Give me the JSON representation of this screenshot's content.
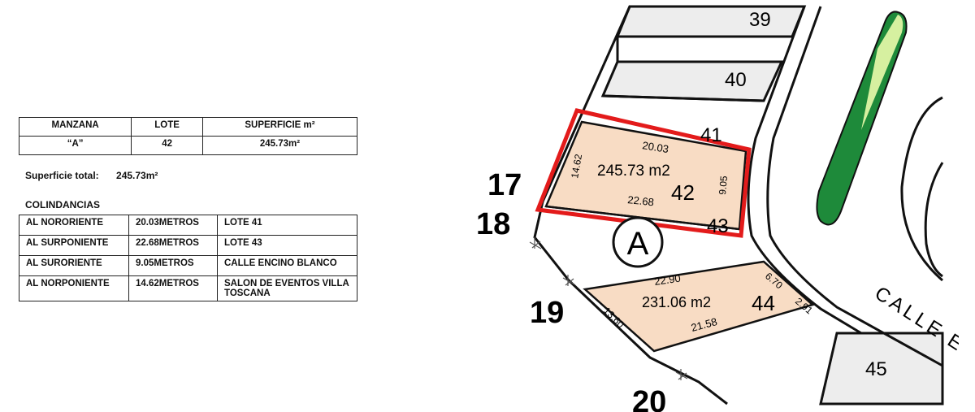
{
  "lot_table": {
    "headers": [
      "MANZANA",
      "LOTE",
      "SUPERFICIE m²"
    ],
    "row": [
      "“A”",
      "42",
      "245.73m²"
    ]
  },
  "total": {
    "label": "Superficie total:",
    "value": "245.73m²"
  },
  "colindancias": {
    "title": "COLINDANCIAS",
    "rows": [
      [
        "AL NORORIENTE",
        "20.03METROS",
        "LOTE 41"
      ],
      [
        "AL SURPONIENTE",
        "22.68METROS",
        "LOTE 43"
      ],
      [
        "AL SURORIENTE",
        "9.05METROS",
        "CALLE ENCINO BLANCO"
      ],
      [
        "AL NORPONIENTE",
        "14.62METROS",
        "SALON DE EVENTOS VILLA TOSCANA"
      ]
    ]
  },
  "plan": {
    "lots": [
      "39",
      "40",
      "41",
      "42",
      "43",
      "44",
      "45"
    ],
    "external": [
      "17",
      "18",
      "19",
      "20"
    ],
    "block": "A",
    "lot42": {
      "area": "245.73 m2",
      "north": "20.03",
      "south": "22.68",
      "west": "14.62",
      "east": "9.05"
    },
    "lot44": {
      "area": "231.06 m2",
      "north": "22.90",
      "south": "21.58",
      "west": "13.60",
      "east1": "6.70",
      "east2": "2.91"
    },
    "street": "CALLE E",
    "colors": {
      "highlight": "#e31b1b",
      "lot_fill": "#f8dcc4",
      "lot_gray": "#ededed",
      "green": "#1e8a3a"
    }
  }
}
